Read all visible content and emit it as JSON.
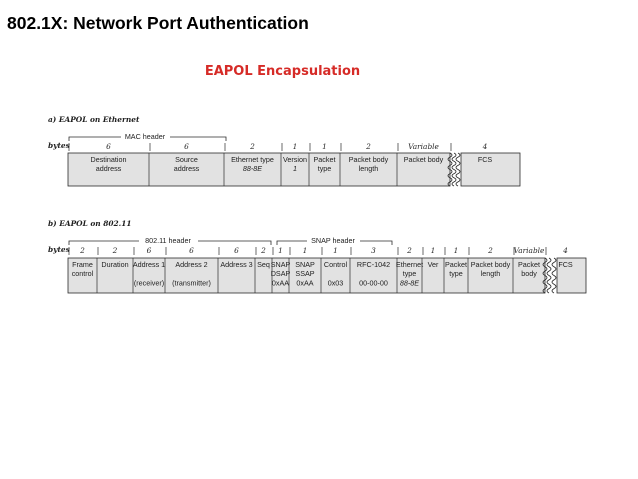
{
  "slide": {
    "title": "802.1X: Network Port Authentication",
    "subtitle": "EAPOL Encapsulation"
  },
  "diagram": {
    "ethernet": {
      "caption": "a) EAPOL on Ethernet",
      "bytes_label": "bytes",
      "group": "MAC header",
      "fields": [
        {
          "size": "6",
          "lines": [
            "Destination",
            "address"
          ]
        },
        {
          "size": "6",
          "lines": [
            "Source",
            "address"
          ]
        },
        {
          "size": "2",
          "lines": [
            "Ethernet type",
            "88-8E"
          ]
        },
        {
          "size": "1",
          "lines": [
            "Version",
            "1"
          ]
        },
        {
          "size": "1",
          "lines": [
            "Packet",
            "type"
          ]
        },
        {
          "size": "2",
          "lines": [
            "Packet body",
            "length"
          ]
        },
        {
          "size": "Variable",
          "lines": [
            "Packet body"
          ]
        },
        {
          "size": "4",
          "lines": [
            "FCS"
          ]
        }
      ]
    },
    "wifi": {
      "caption": "b) EAPOL on 802.11",
      "bytes_label": "bytes",
      "group_80211": "802.11 header",
      "group_snap": "SNAP header",
      "fields": [
        {
          "size": "2",
          "lines": [
            "Frame",
            "control"
          ]
        },
        {
          "size": "2",
          "lines": [
            "Duration"
          ]
        },
        {
          "size": "6",
          "lines": [
            "Address 1",
            "",
            "(receiver)"
          ]
        },
        {
          "size": "6",
          "lines": [
            "Address 2",
            "",
            "(transmitter)"
          ]
        },
        {
          "size": "6",
          "lines": [
            "Address 3"
          ]
        },
        {
          "size": "2",
          "lines": [
            "Seq"
          ]
        },
        {
          "size": "1",
          "lines": [
            "SNAP",
            "DSAP",
            "0xAA"
          ]
        },
        {
          "size": "1",
          "lines": [
            "SNAP",
            "SSAP",
            "0xAA"
          ]
        },
        {
          "size": "1",
          "lines": [
            "Control",
            "",
            "0x03"
          ]
        },
        {
          "size": "3",
          "lines": [
            "RFC-1042",
            "",
            "00-00-00"
          ]
        },
        {
          "size": "2",
          "lines": [
            "Ethernet",
            "type",
            "88-8E"
          ]
        },
        {
          "size": "1",
          "lines": [
            "Ver"
          ]
        },
        {
          "size": "1",
          "lines": [
            "Packet",
            "type"
          ]
        },
        {
          "size": "2",
          "lines": [
            "Packet body",
            "length"
          ]
        },
        {
          "size": "Variable",
          "lines": [
            "Packet",
            "body"
          ]
        },
        {
          "size": "4",
          "lines": [
            "FCS"
          ]
        }
      ]
    }
  }
}
